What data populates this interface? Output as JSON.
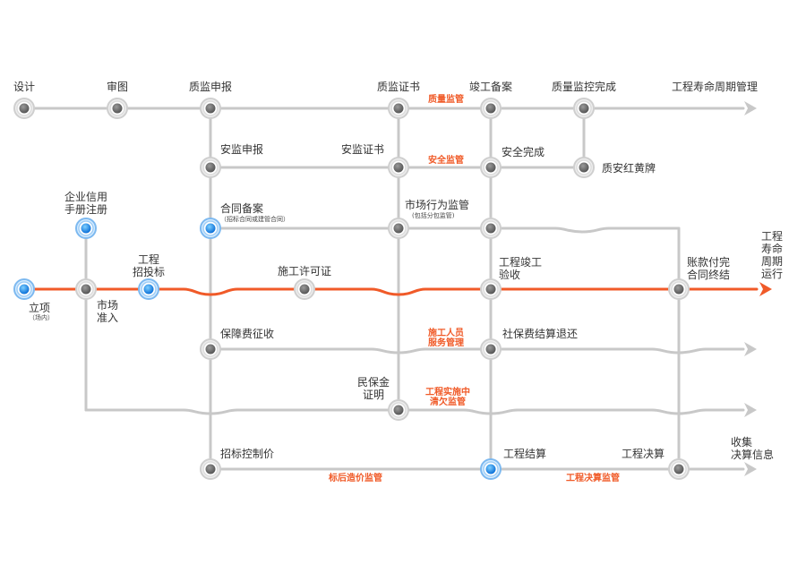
{
  "colors": {
    "line": "#c8c8c8",
    "main_line": "#f05a28",
    "node_gray": "#6e6e6e",
    "node_blue": "#1e90ff",
    "supervision_text": "#f05a28",
    "label_text": "#333333"
  },
  "rows": {
    "quality": {
      "nodes": [
        "设计",
        "审图",
        "质监申报",
        "质监证书",
        "竣工备案",
        "质量监控完成"
      ],
      "end_label": "工程寿命周期管理",
      "supervision": "质量监管"
    },
    "safety": {
      "nodes": [
        "安监申报",
        "安监证书",
        "安全完成",
        "质安红黄牌"
      ],
      "supervision": "安全监管"
    },
    "contract": {
      "nodes": [
        "合同备案",
        "市场行为监管"
      ],
      "contract_note": "（招标合同或建管合同）",
      "market_note": "(包括分包监管)"
    },
    "credit": {
      "node": "企业信用\n手册注册"
    },
    "main": {
      "nodes": [
        "立项",
        "市场\n准入",
        "工程\n招投标",
        "施工许可证",
        "工程竣工\n验收",
        "账款付完\n合同终结"
      ],
      "project_note": "（场内）",
      "end_label": "工程\n寿命\n周期\n运行"
    },
    "fee": {
      "nodes": [
        "保障费征收",
        "社保费结算退还"
      ],
      "supervision": "施工人员\n服务管理"
    },
    "wage": {
      "nodes": [
        "民保金\n证明"
      ],
      "supervision": "工程实施中\n清欠监管"
    },
    "settlement": {
      "nodes": [
        "招标控制价",
        "工程结算",
        "工程决算"
      ],
      "end_label": "收集\n决算信息",
      "supervision_1": "标后造价监管",
      "supervision_2": "工程决算监管"
    }
  }
}
